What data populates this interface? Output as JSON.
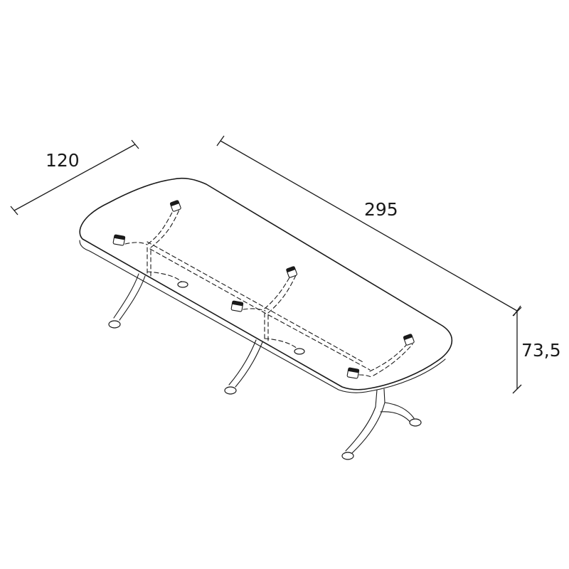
{
  "dimensions": {
    "depth": "120",
    "length": "295",
    "height": "73,5"
  },
  "colors": {
    "line": "#1a1a1a",
    "background": "#ffffff"
  }
}
